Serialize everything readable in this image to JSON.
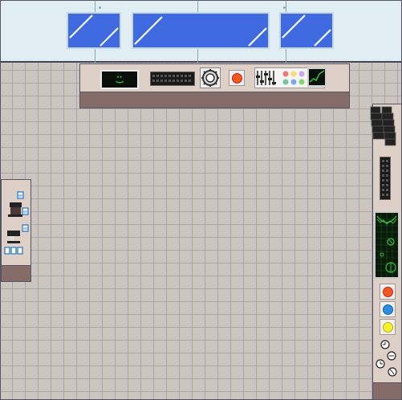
{
  "scene": {
    "top_monitor_face": ":)",
    "colors": {
      "floor": "#cdc5c0",
      "grid": "#a8a6a8",
      "window_glass": "#3f6ae0",
      "wall": "#e0eef3",
      "counter_top": "#ded0c6",
      "counter_base": "#866c68",
      "screen_green": "#38c040",
      "red_button": "#f05a1a",
      "blue_button": "#2a8fe0",
      "yellow_button": "#f5f02a"
    },
    "icons": [
      "window",
      "face-monitor",
      "keyboard",
      "dial-knob",
      "red-button",
      "slider-panel",
      "color-button-grid",
      "oscilloscope",
      "cup",
      "coffee-machine",
      "espresso-machine",
      "server-rack",
      "vertical-keypad",
      "radar-screen",
      "clock"
    ]
  }
}
